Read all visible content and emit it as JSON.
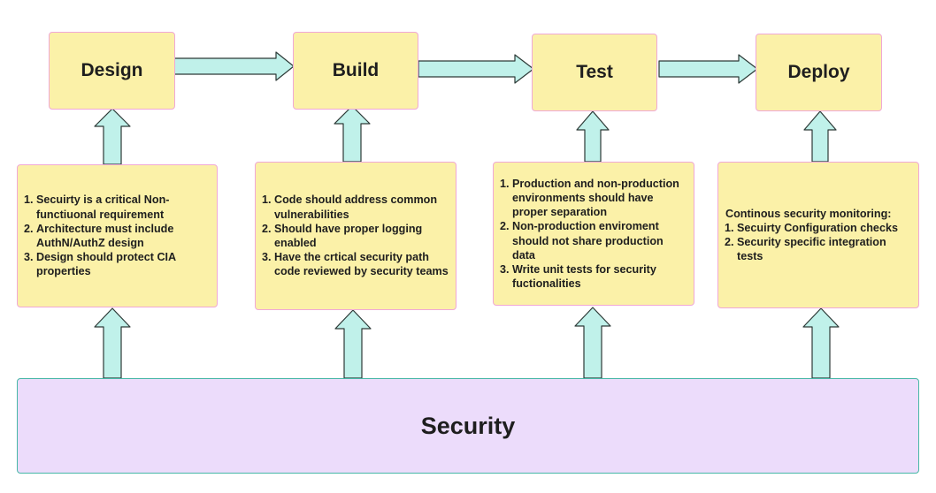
{
  "stages": [
    {
      "label": "Design"
    },
    {
      "label": "Build"
    },
    {
      "label": "Test"
    },
    {
      "label": "Deploy"
    }
  ],
  "notes": [
    {
      "intro": "",
      "items": [
        "Secuirty is a critical Non-functiuonal requirement",
        "Architecture must include AuthN/AuthZ design",
        "Design should protect CIA properties"
      ]
    },
    {
      "intro": "",
      "items": [
        "Code should address common vulnerabilities",
        "Should have proper logging enabled",
        "Have the crtical security path code reviewed by security teams"
      ]
    },
    {
      "intro": "",
      "items": [
        "Production and non-production environments should have proper separation",
        "Non-production enviroment should not share production data",
        "Write unit tests for security fuctionalities"
      ]
    },
    {
      "intro": "Continous security monitoring:",
      "items": [
        "Secuirty Configuration checks",
        "Security specific integration tests"
      ]
    }
  ],
  "foundation": {
    "label": "Security"
  },
  "colors": {
    "box_fill": "#fbf1a8",
    "box_border": "#f0a8d6",
    "arrow_fill": "#c0f1ea",
    "arrow_stroke": "#2d3a37",
    "security_fill": "#ecdcfb",
    "security_border": "#47b7a6"
  }
}
